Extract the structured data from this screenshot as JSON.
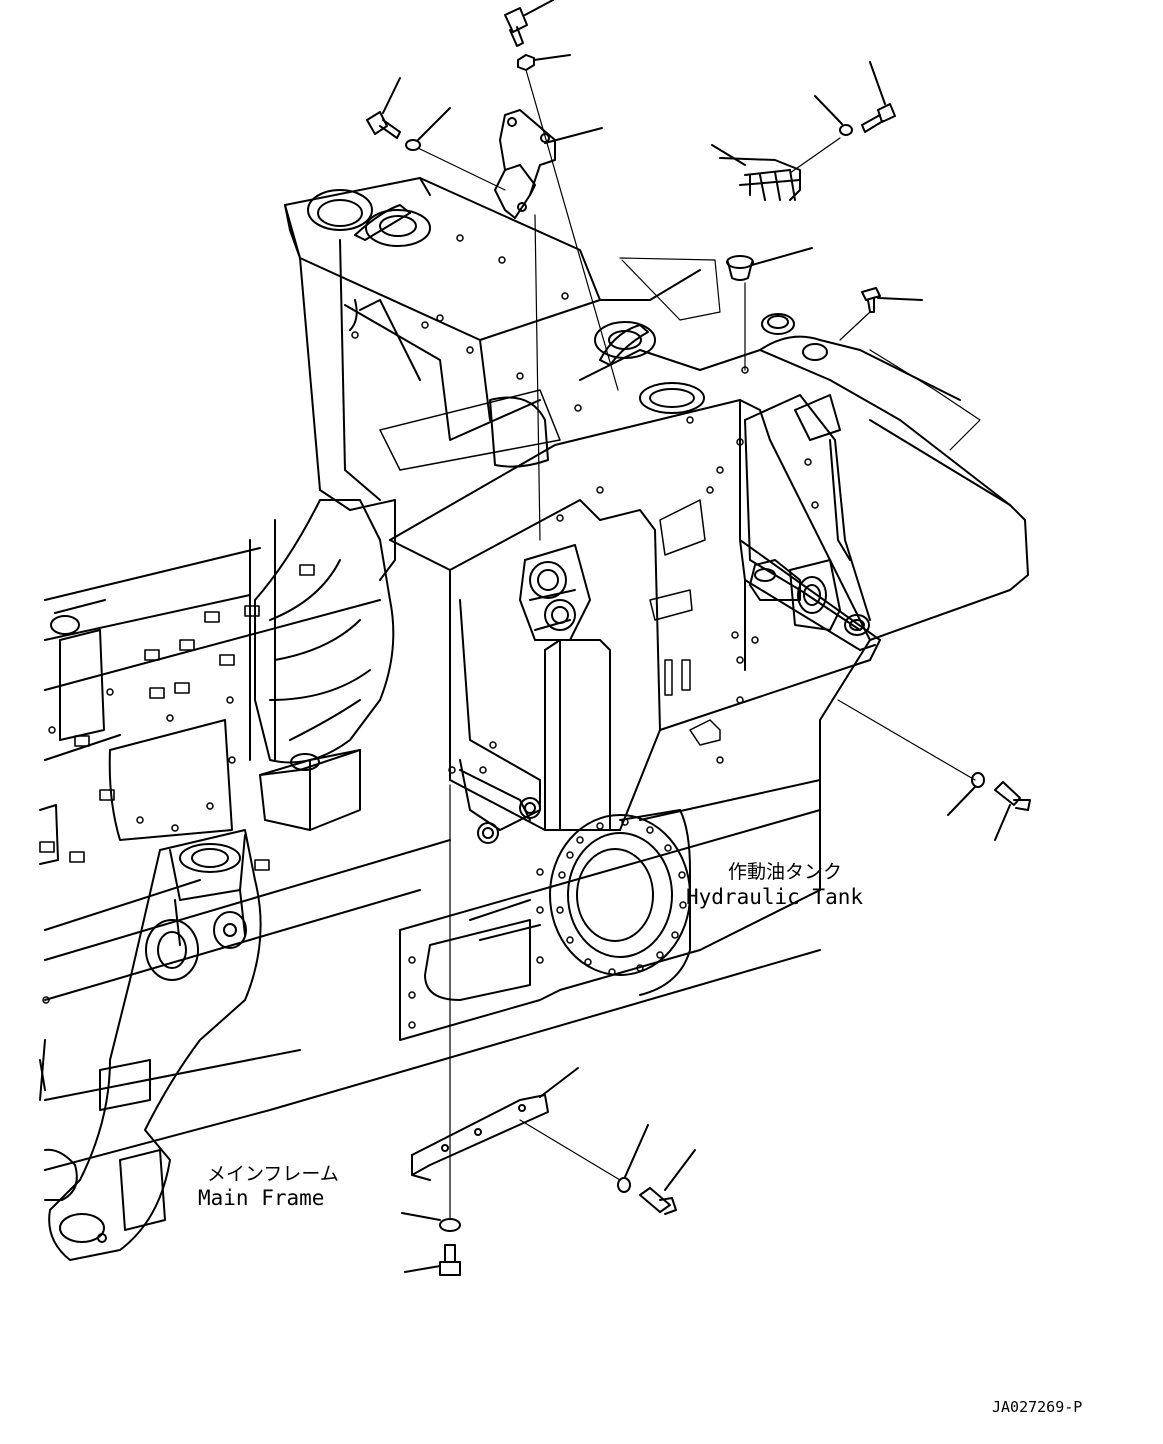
{
  "labels": {
    "hydraulic_tank_jp": "作動油タンク",
    "hydraulic_tank_en": "Hydraulic Tank",
    "main_frame_jp": "メインフレーム",
    "main_frame_en": "Main Frame",
    "drawing_number": "JA027269-P"
  },
  "colors": {
    "line": "#000000",
    "background": "#ffffff"
  }
}
